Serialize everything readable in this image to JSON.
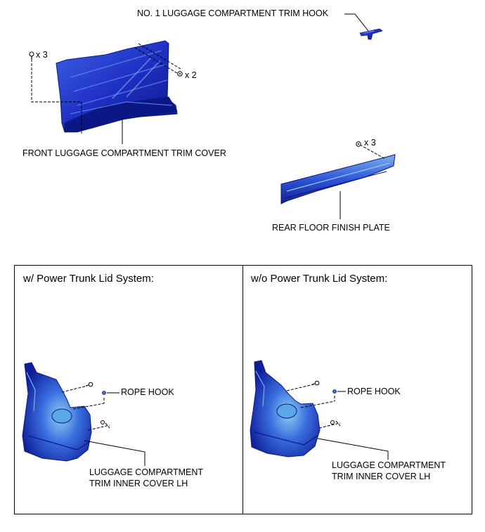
{
  "labels": {
    "trim_hook": "NO. 1 LUGGAGE COMPARTMENT TRIM HOOK",
    "front_cover": "FRONT LUGGAGE COMPARTMENT TRIM COVER",
    "rear_plate": "REAR FLOOR FINISH PLATE",
    "clip_count_left": "x 3",
    "clip_count_mid": "x 2",
    "clip_count_plate": "x 3"
  },
  "panels": [
    {
      "title": "w/ Power Trunk Lid System:",
      "rope_hook": "ROPE HOOK",
      "inner_cover_line1": "LUGGAGE COMPARTMENT",
      "inner_cover_line2": "TRIM INNER COVER LH"
    },
    {
      "title": "w/o Power Trunk Lid System:",
      "rope_hook": "ROPE HOOK",
      "inner_cover_line1": "LUGGAGE COMPARTMENT",
      "inner_cover_line2": "TRIM INNER COVER LH"
    }
  ],
  "colors": {
    "part_blue": "#2a3fd6",
    "part_dark": "#0b1a7a",
    "part_light": "#5b8fe8",
    "line": "#000000"
  }
}
